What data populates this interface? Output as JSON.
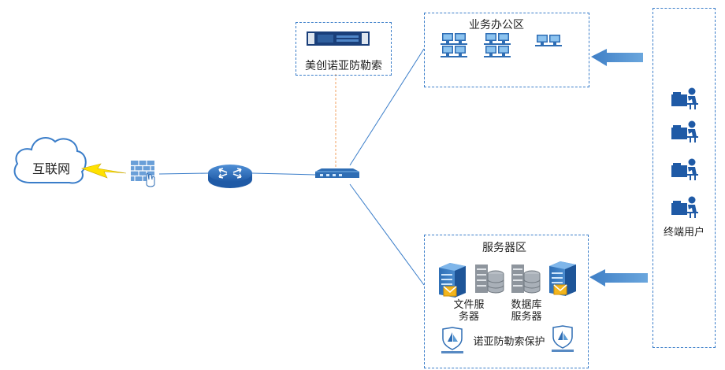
{
  "cloud": {
    "label": "互联网"
  },
  "appliance": {
    "label": "美创诺亚防勒索"
  },
  "office_zone": {
    "title": "业务办公区"
  },
  "server_zone": {
    "title": "服务器区",
    "file_server_label": [
      "文件服",
      "务器"
    ],
    "db_server_label": [
      "数据库",
      "服务器"
    ],
    "protection_label": "诺亚防勒索保护"
  },
  "users": {
    "label": "终端用户"
  },
  "colors": {
    "accent": "#3a7dc9",
    "arrow": "#5b9bd5",
    "lightning": "#ffe100",
    "orange_link": "#f0a060"
  },
  "icons": [
    "cloud-icon",
    "lightning-icon",
    "firewall-icon",
    "router-icon",
    "switch-icon",
    "appliance-icon",
    "workstation-icon",
    "user-at-desk-icon",
    "server-icon",
    "database-icon",
    "shield-icon",
    "arrow-left-icon"
  ]
}
